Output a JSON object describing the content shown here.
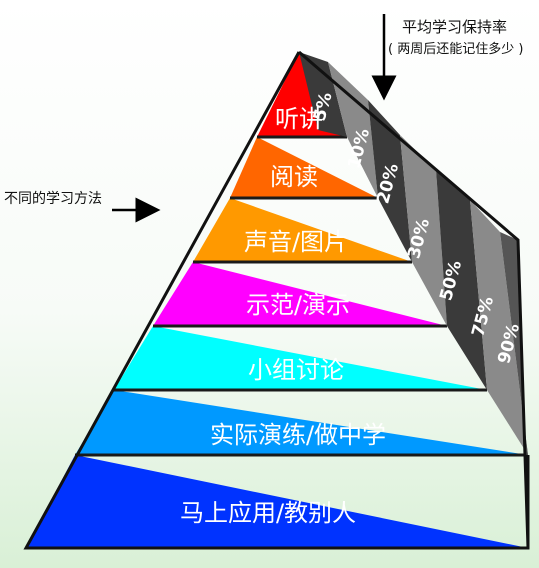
{
  "retention": {
    "title": "平均学习保持率",
    "subtitle": "( 两周后还能记住多少 )"
  },
  "methods_label": "不同的学习方法",
  "levels": [
    {
      "label": "听讲",
      "rate": "5%",
      "color": "#ff0000"
    },
    {
      "label": "阅读",
      "rate": "10%",
      "color": "#ff6600"
    },
    {
      "label": "声音/图片",
      "rate": "20%",
      "color": "#ff9900"
    },
    {
      "label": "示范/演示",
      "rate": "30%",
      "color": "#ff00ff"
    },
    {
      "label": "小组讨论",
      "rate": "50%",
      "color": "#00ffff"
    },
    {
      "label": "实际演练/做中学",
      "rate": "75%",
      "color": "#0099ff"
    },
    {
      "label": "马上应用/教别人",
      "rate": "90%",
      "color": "#0033ff"
    }
  ]
}
